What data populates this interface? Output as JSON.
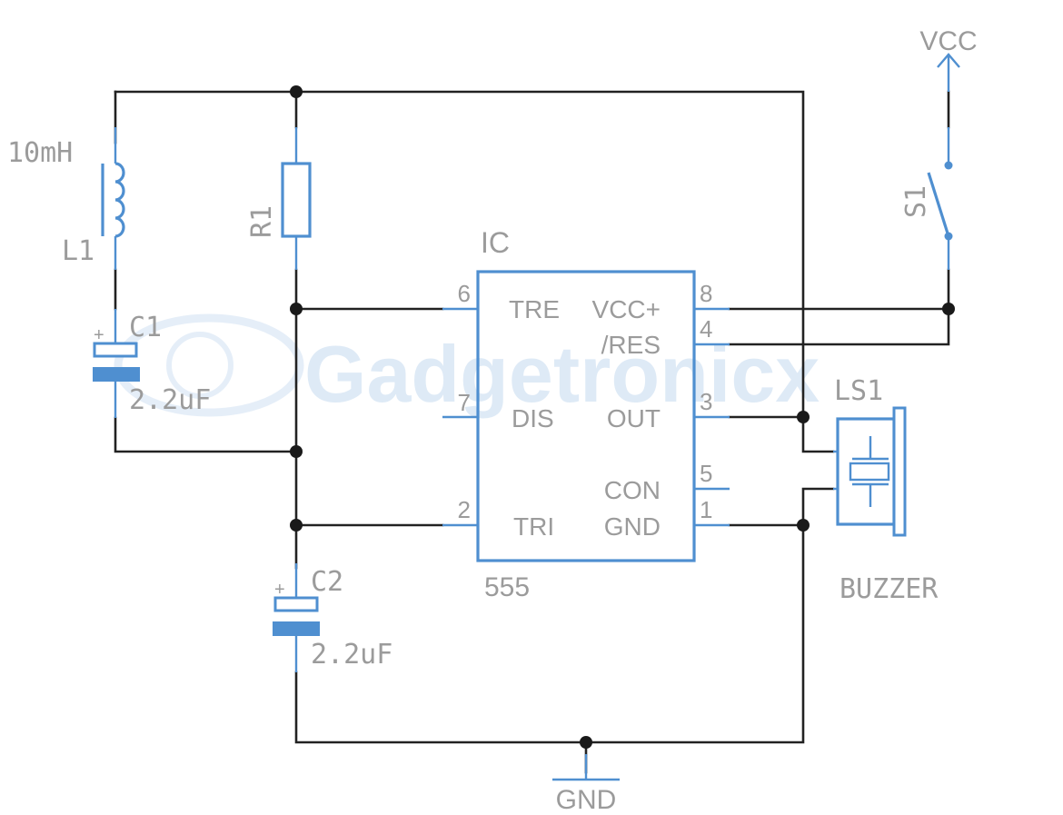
{
  "watermark": "Gadgetronicx",
  "supply": {
    "vcc": "VCC",
    "gnd": "GND"
  },
  "inductor": {
    "ref": "L1",
    "value": "10mH"
  },
  "resistor": {
    "ref": "R1"
  },
  "cap1": {
    "ref": "C1",
    "value": "2.2uF",
    "plus": "+"
  },
  "cap2": {
    "ref": "C2",
    "value": "2.2uF",
    "plus": "+"
  },
  "switch": {
    "ref": "S1"
  },
  "ic": {
    "ref": "IC",
    "part": "555",
    "pins": {
      "tre": {
        "num": "6",
        "label": "TRE"
      },
      "dis": {
        "num": "7",
        "label": "DIS"
      },
      "tri": {
        "num": "2",
        "label": "TRI"
      },
      "vcc": {
        "num": "8",
        "label": "VCC+"
      },
      "res": {
        "num": "4",
        "label": "/RES"
      },
      "out": {
        "num": "3",
        "label": "OUT"
      },
      "con": {
        "num": "5",
        "label": "CON"
      },
      "gnd": {
        "num": "1",
        "label": "GND"
      }
    }
  },
  "buzzer": {
    "ref": "LS1",
    "value": "BUZZER"
  },
  "colors": {
    "wire": "#222222",
    "component": "#4f8fd0",
    "label": "#9b9b9b"
  }
}
